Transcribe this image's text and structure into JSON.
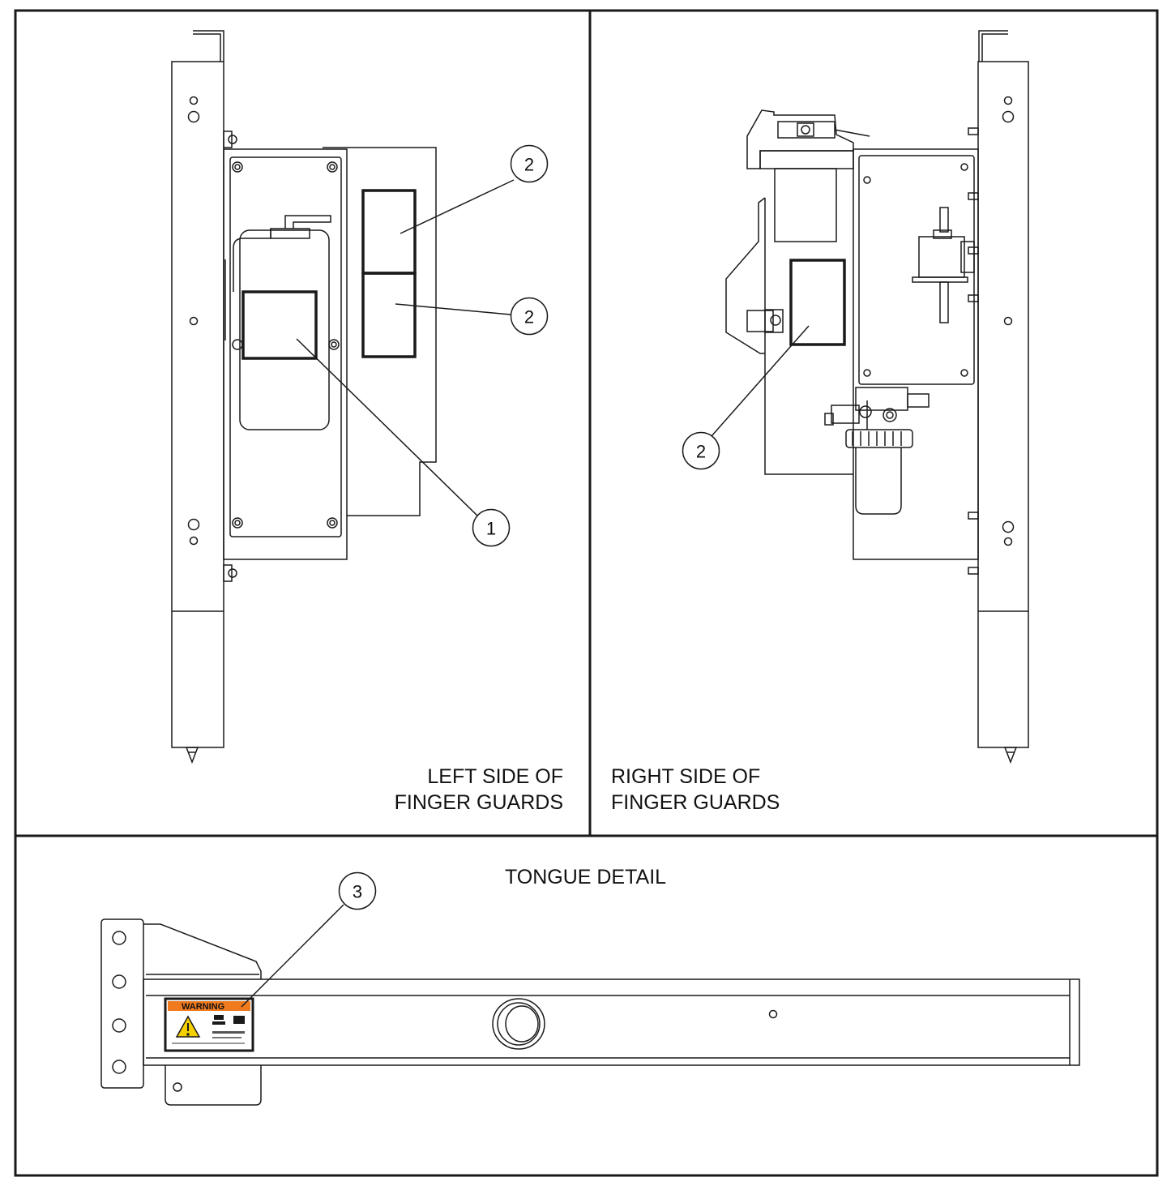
{
  "panels": {
    "left": {
      "caption_line1": "LEFT SIDE OF",
      "caption_line2": "FINGER GUARDS"
    },
    "right": {
      "caption_line1": "RIGHT SIDE OF",
      "caption_line2": "FINGER GUARDS"
    },
    "bottom": {
      "caption": "TONGUE DETAIL"
    }
  },
  "callouts": {
    "left_label_1": "1",
    "left_label_2a": "2",
    "left_label_2b": "2",
    "right_label_2": "2",
    "tongue_label_3": "3"
  },
  "decal": {
    "header": "WARNING"
  },
  "colors": {
    "line": "#1a1a1a",
    "warning_orange": "#f07a1e",
    "warning_yellow": "#f5d000"
  },
  "icons": [
    "warning-triangle-icon"
  ]
}
